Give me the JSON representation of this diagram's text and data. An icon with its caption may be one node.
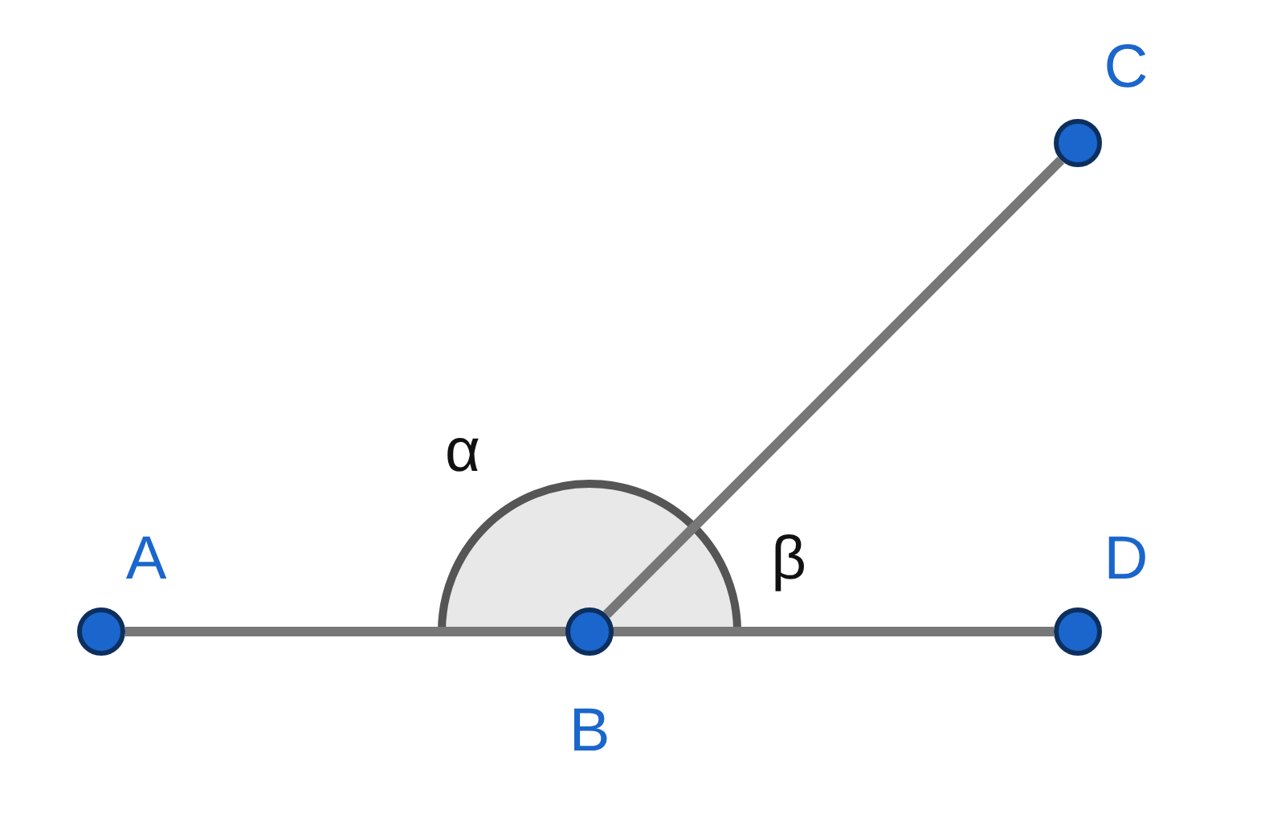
{
  "diagram": {
    "nodes": [
      {
        "text": [],
        "shape": "circle",
        "beside": [
          "A"
        ]
      },
      {
        "text": [],
        "shape": "circle",
        "beside": [
          "B"
        ]
      },
      {
        "text": [],
        "shape": "circle",
        "beside": [
          "C"
        ]
      },
      {
        "text": [],
        "shape": "circle",
        "beside": [
          "D"
        ]
      }
    ],
    "edges": [
      {
        "from": 0,
        "to": 1,
        "arrow": "none"
      },
      {
        "from": 1,
        "to": 2,
        "arrow": "none"
      },
      {
        "from": 1,
        "to": 3,
        "arrow": "none"
      }
    ],
    "labels": [
      "α",
      "β"
    ]
  }
}
